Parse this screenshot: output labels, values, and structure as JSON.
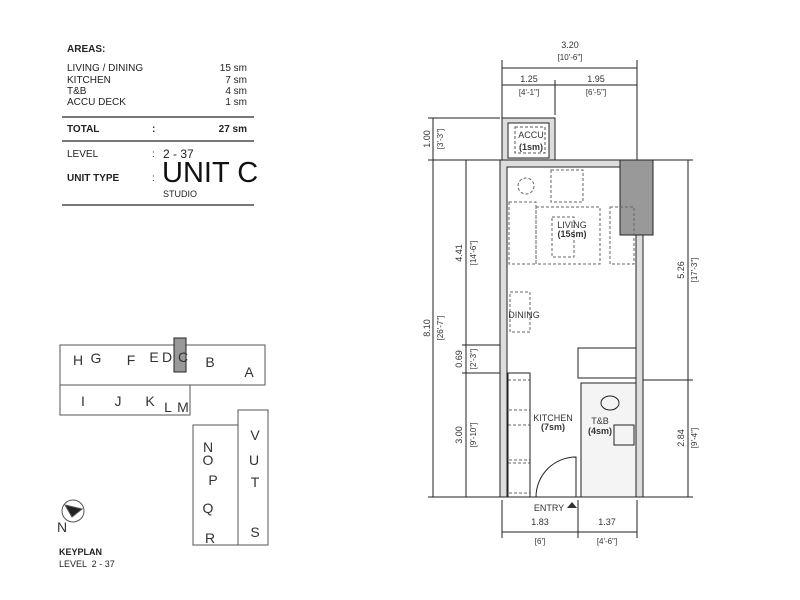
{
  "areas": {
    "heading": "AREAS:",
    "rows": [
      {
        "label": "LIVING / DINING",
        "value": "15 sm"
      },
      {
        "label": "KITCHEN",
        "value": "7 sm"
      },
      {
        "label": "T&B",
        "value": "4 sm"
      },
      {
        "label": "ACCU DECK",
        "value": "1 sm"
      }
    ],
    "total_label": "TOTAL",
    "total_value": "27 sm",
    "separator": ":"
  },
  "unit": {
    "level_label": "LEVEL",
    "level_value": "2 - 37",
    "type_label": "UNIT TYPE",
    "type_value": "UNIT C",
    "type_sub": "STUDIO"
  },
  "plan": {
    "rooms": {
      "accu": "ACCU",
      "accu_area": "(1sm)",
      "living": "LIVING",
      "living_area": "(15sm)",
      "dining": "DINING",
      "kitchen": "KITCHEN",
      "kitchen_area": "(7sm)",
      "tb": "T&B",
      "tb_area": "(4sm)",
      "entry": "ENTRY"
    },
    "dims": {
      "top_total": "3.20",
      "top_total_ft": "[10'-6\"]",
      "top_a": "1.25",
      "top_a_ft": "[4'-1\"]",
      "top_b": "1.95",
      "top_b_ft": "[6'-5\"]",
      "left_total": "8.10",
      "left_total_ft": "[26'-7\"]",
      "left_accu": "1.00",
      "left_accu_ft": "[3'-3\"]",
      "left_a": "4.41",
      "left_a_ft": "[14'-6\"]",
      "left_b": "0.69",
      "left_b_ft": "[2'-3\"]",
      "left_c": "3.00",
      "left_c_ft": "[9'-10\"]",
      "right_a": "5.26",
      "right_a_ft": "[17'-3\"]",
      "right_b": "2.84",
      "right_b_ft": "[9'-4\"]",
      "bottom_a": "1.83",
      "bottom_a_ft": "[6']",
      "bottom_b": "1.37",
      "bottom_b_ft": "[4'-6\"]"
    }
  },
  "keyplan": {
    "title": "KEYPLAN",
    "level": "LEVEL  2 - 37",
    "north": "N",
    "units": [
      "H",
      "G",
      "F",
      "E",
      "D",
      "C",
      "B",
      "A",
      "I",
      "J",
      "K",
      "L",
      "M",
      "N",
      "O",
      "V",
      "U",
      "P",
      "T",
      "Q",
      "R",
      "S"
    ],
    "highlight_color": "#999999"
  }
}
